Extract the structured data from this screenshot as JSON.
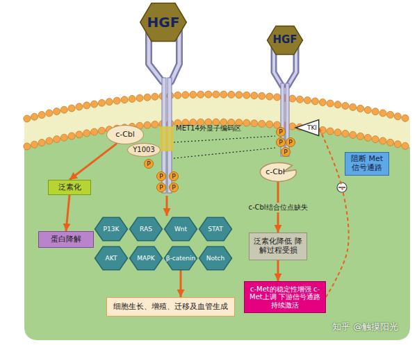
{
  "diagram": {
    "nodes": [
      {
        "text": [
          "HGF"
        ]
      },
      {
        "text": [
          "HGF"
        ]
      },
      {
        "text": [
          "c-Cbl"
        ]
      },
      {
        "text": [
          "Y1003"
        ]
      },
      {
        "text": [
          "P"
        ]
      },
      {
        "text": [
          "P"
        ]
      },
      {
        "text": [
          "P"
        ]
      },
      {
        "text": [
          "P"
        ]
      },
      {
        "text": [
          "P"
        ]
      },
      {
        "text": [
          "P"
        ]
      },
      {
        "text": [
          "P"
        ]
      },
      {
        "text": [
          "P"
        ]
      },
      {
        "text": [
          "P"
        ]
      },
      {
        "text": [
          "TKI"
        ]
      },
      {
        "text": [
          "泛素化"
        ]
      },
      {
        "text": [
          "蛋白降解"
        ]
      },
      {
        "text": [
          "P13K"
        ]
      },
      {
        "text": [
          "RAS"
        ]
      },
      {
        "text": [
          "Wnt"
        ]
      },
      {
        "text": [
          "STAT"
        ]
      },
      {
        "text": [
          "AKT"
        ]
      },
      {
        "text": [
          "MAPK"
        ]
      },
      {
        "text": [
          "β-catenin"
        ]
      },
      {
        "text": [
          "Notch"
        ]
      },
      {
        "text": [
          "细胞生长、增殖、迁移及血管生成"
        ]
      },
      {
        "text": [
          "c-Cbl"
        ]
      },
      {
        "text": [
          "泛素化降低 降解过程受损"
        ]
      },
      {
        "text": [
          "c-Met的稳定性增强 c-Met上调 下游信号通路持续激活"
        ]
      },
      {
        "text": [
          "阻断 Met 信号通路"
        ]
      }
    ],
    "edges": [
      {
        "from": 2,
        "to": 14,
        "arrow": "to"
      },
      {
        "from": 14,
        "to": 15,
        "arrow": "to"
      },
      {
        "from": 22,
        "to": 24,
        "arrow": "to"
      },
      {
        "from": 25,
        "to": 26,
        "label": "c-Cbl结合位点缺失",
        "arrow": "to"
      },
      {
        "from": 26,
        "to": 27,
        "arrow": "to"
      },
      {
        "from": 27,
        "to": 13,
        "arrow": "none"
      }
    ],
    "labels": [
      "MET14外显子编码区",
      "知乎 @触摸阳光"
    ]
  }
}
